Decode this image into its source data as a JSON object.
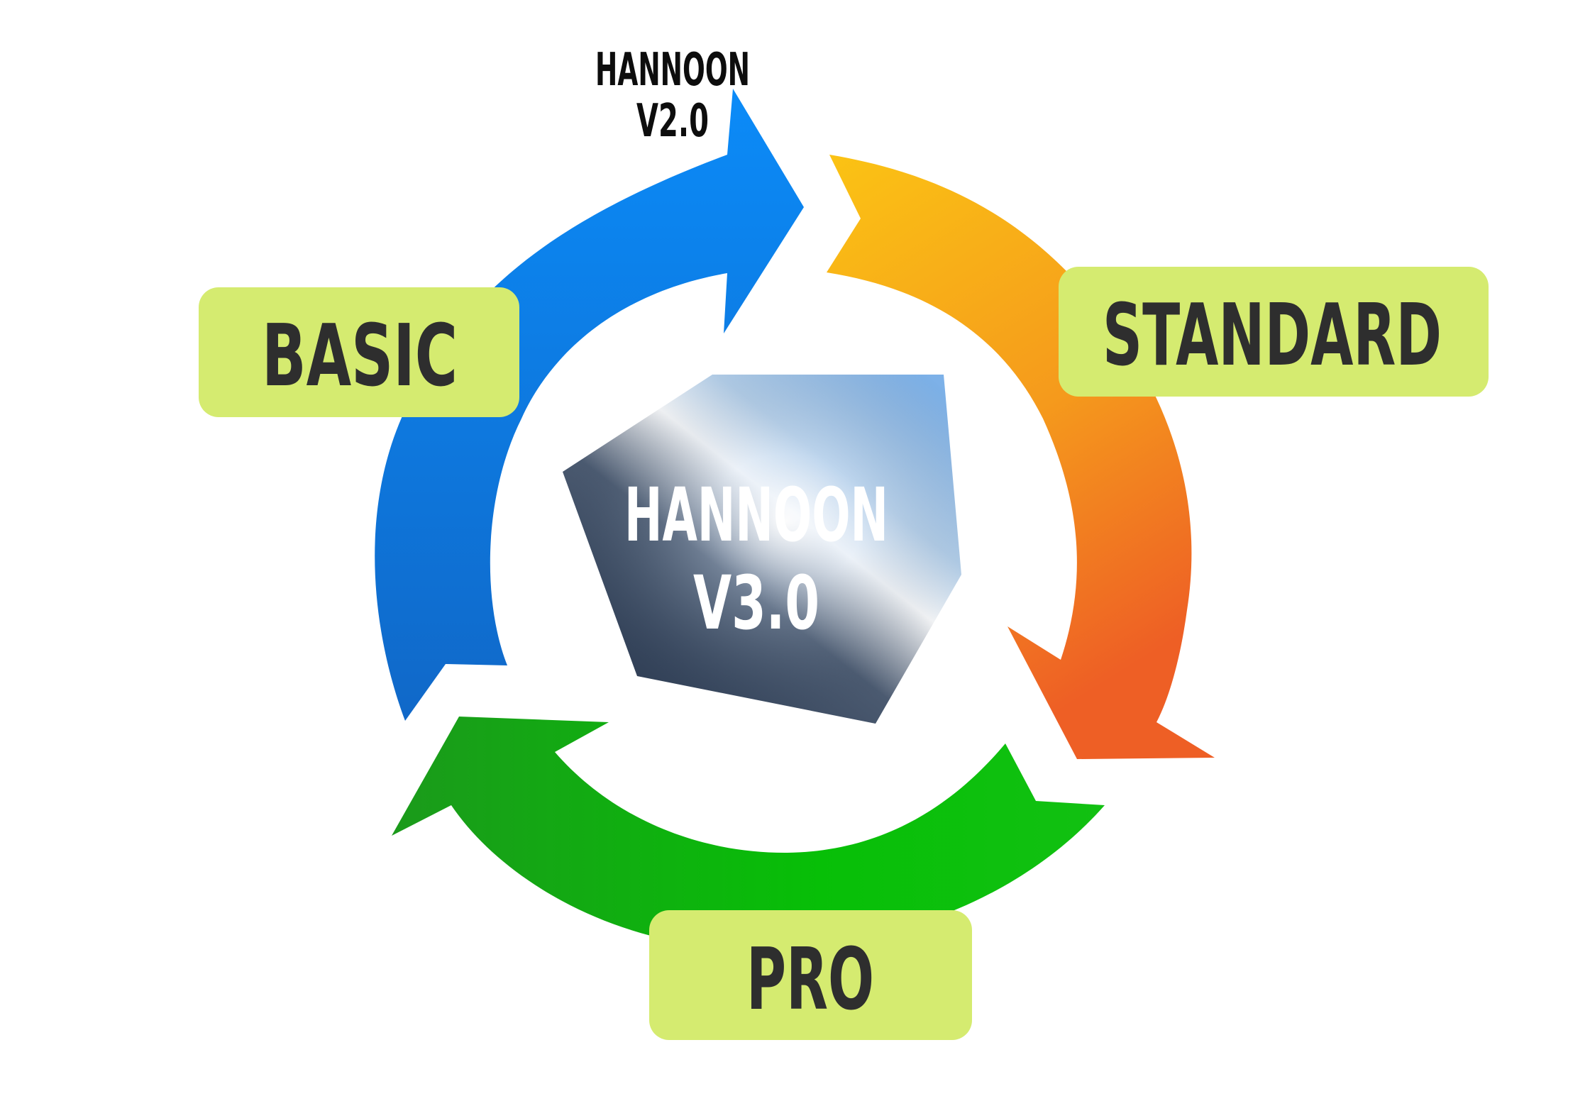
{
  "diagram": {
    "top_label": {
      "line1": "HANNOON",
      "line2": "V2.0"
    },
    "center": {
      "line1": "HANNOON",
      "line2": "V3.0"
    },
    "stages": [
      {
        "label": "BASIC",
        "color": "#1077e0"
      },
      {
        "label": "STANDARD",
        "color": "#f59a1c"
      },
      {
        "label": "PRO",
        "color": "#16b616"
      }
    ],
    "colors": {
      "label_box": "#d5eb70",
      "label_text": "#2e2e2e",
      "center_dark": "#2c3e55",
      "center_light": "#ffffff",
      "center_highlight": "#7db1e8",
      "blue_light": "#0b8bf8",
      "blue_dark": "#1068c8",
      "orange_light": "#fbc314",
      "orange_dark": "#ee5f25",
      "green_light": "#07bf07",
      "green_dark": "#1b9a1b"
    }
  }
}
